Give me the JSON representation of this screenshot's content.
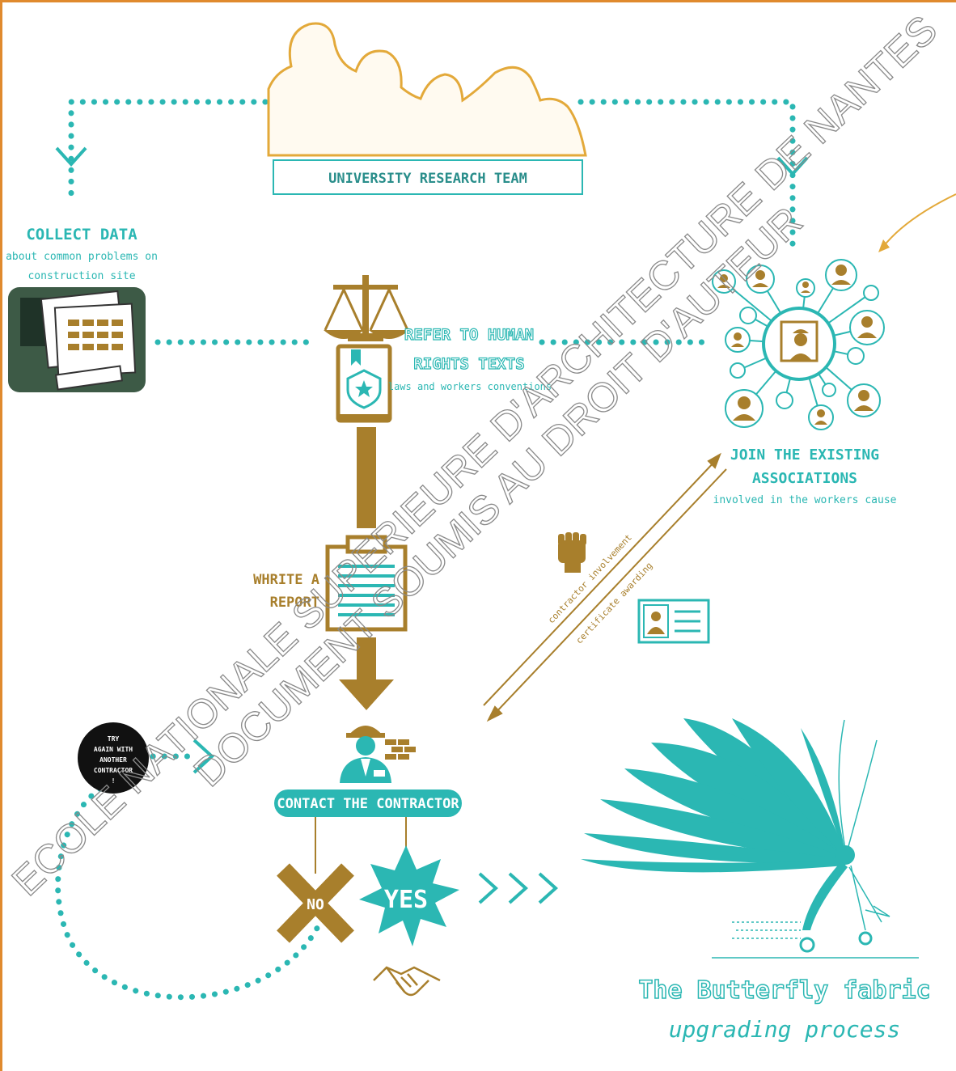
{
  "colors": {
    "teal": "#2bb7b3",
    "gold": "#a87f2c",
    "frame": "#e08a2e"
  },
  "team": {
    "label": "UNIVERSITY RESEARCH TEAM"
  },
  "collect": {
    "title": "COLLECT DATA",
    "line1": "about common problems on",
    "line2": "construction site"
  },
  "refer": {
    "title1": "REFER TO HUMAN",
    "title2": "RIGHTS TEXTS",
    "sub": "laws and workers conventions"
  },
  "join": {
    "title1": "JOIN THE EXISTING",
    "title2": "ASSOCIATIONS",
    "sub": "involved in the workers cause"
  },
  "report": {
    "line1": "WHRITE A",
    "line2": "REPORT"
  },
  "arrows": {
    "involvement": "contractor involvement",
    "awarding": "certificate awarding"
  },
  "retry": {
    "line1": "TRY",
    "line2": "AGAIN WITH",
    "line3": "ANOTHER",
    "line4": "CONTRACTOR",
    "line5": "!"
  },
  "contact": {
    "label": "CONTACT THE CONTRACTOR"
  },
  "no": {
    "label": "NO"
  },
  "yes": {
    "label": "YES"
  },
  "butterfly": {
    "title": "The Butterfly fabric",
    "subtitle": "upgrading process"
  },
  "watermark": {
    "line1": "ECOLE NATIONALE SUPERIEURE D'ARCHITECTURE DE NANTES",
    "line2": "DOCUMENT SOUMIS AU DROIT D'AUTEUR"
  },
  "icons": [
    "people-silhouette-icon",
    "scales-icon",
    "law-book-icon",
    "clipboard-icon",
    "worker-icon",
    "bricks-icon",
    "fist-icon",
    "certificate-icon",
    "handshake-icon",
    "butterfly-icon",
    "association-network-icon"
  ]
}
